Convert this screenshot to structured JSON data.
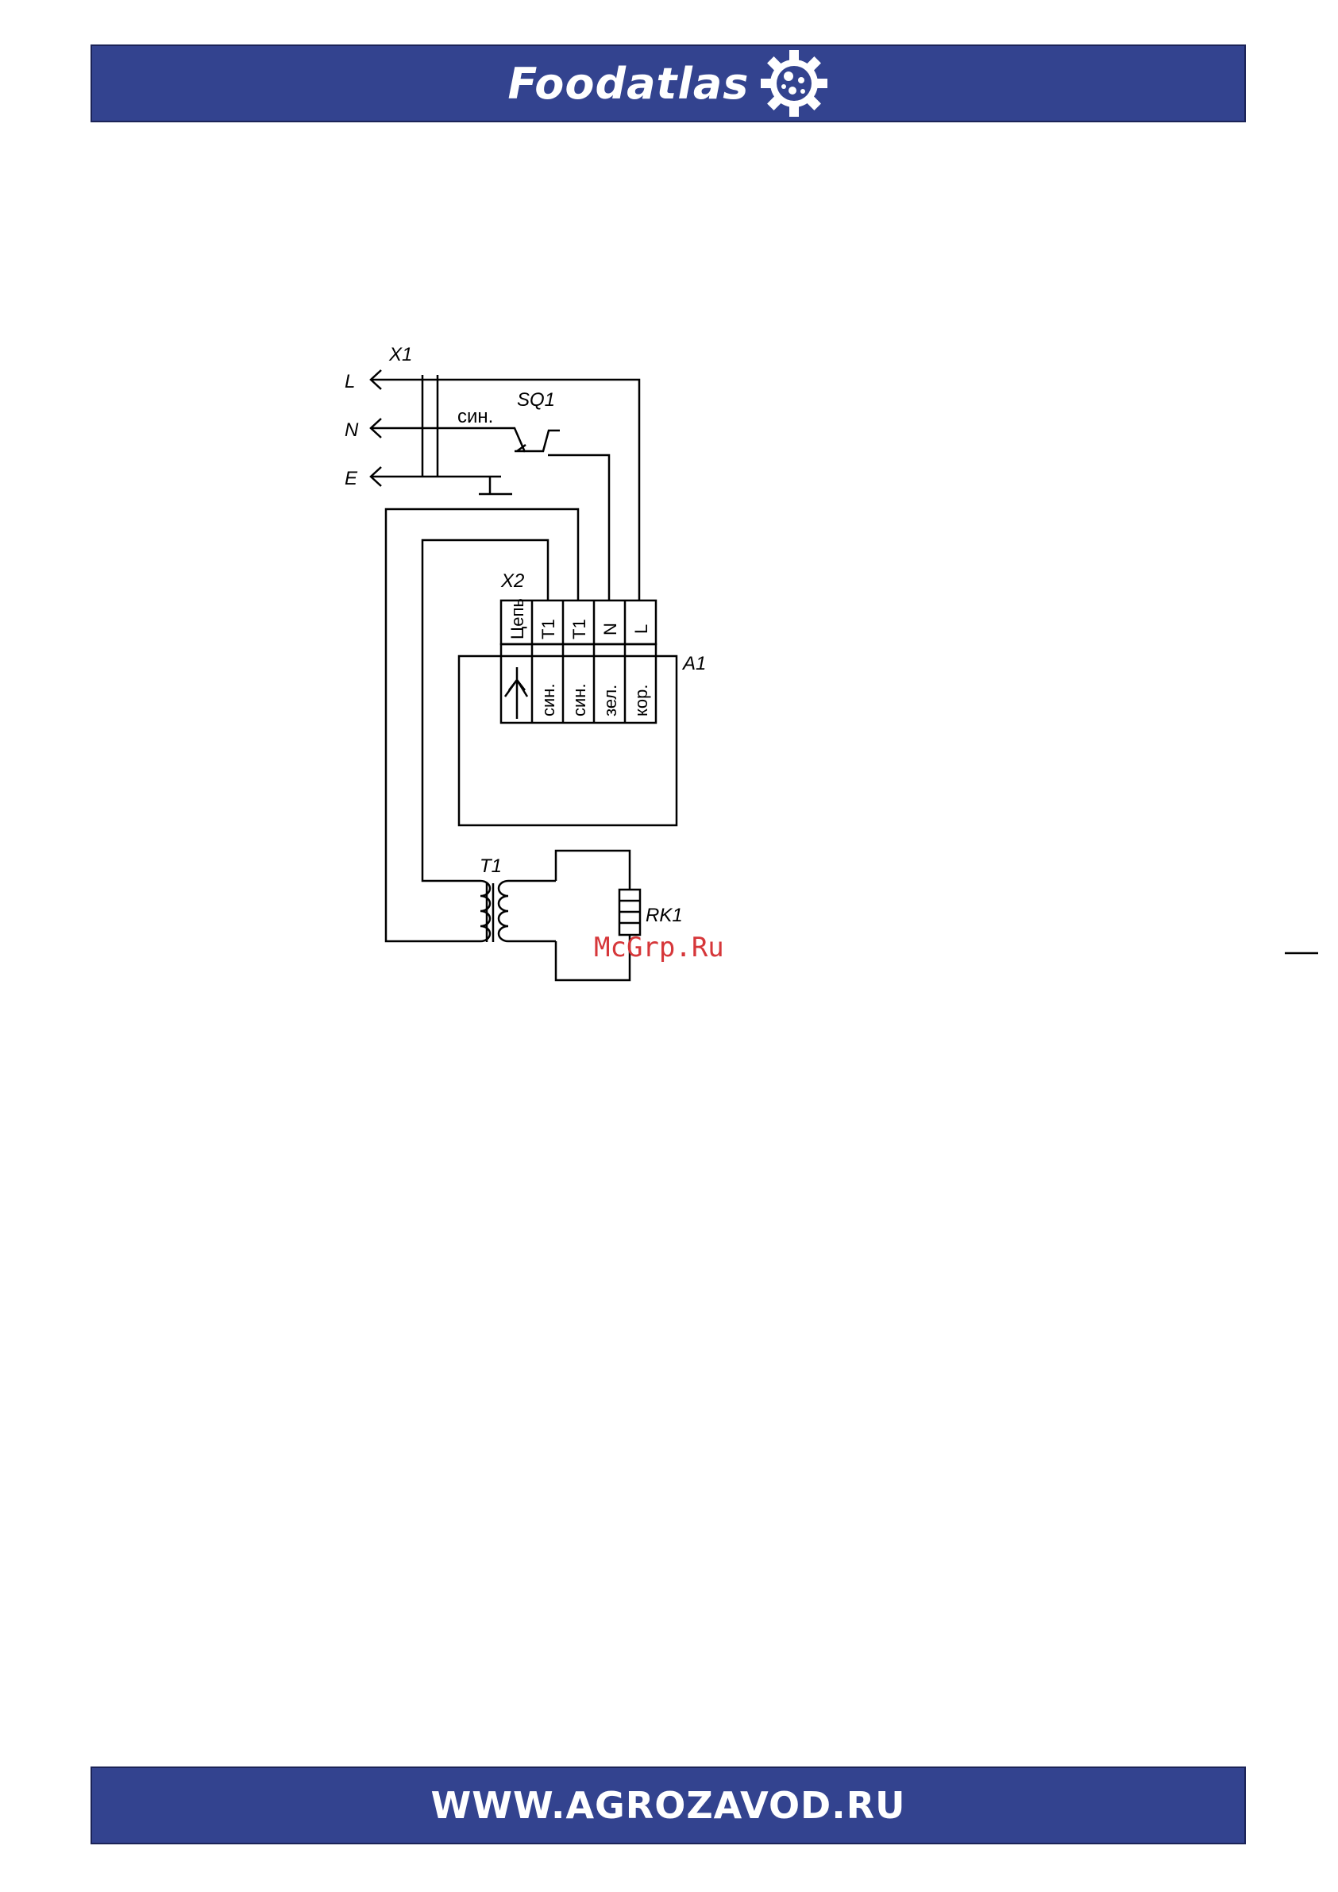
{
  "header": {
    "logo_text": "Foodatlas"
  },
  "footer": {
    "site_url": "WWW.AGROZAVOD.RU"
  },
  "colors": {
    "banner": "#33438f",
    "watermark": "#d6373a"
  },
  "diagram": {
    "connector_x1": "X1",
    "line_l": "L",
    "line_n": "N",
    "line_e": "E",
    "switch_sq1": "SQ1",
    "wire_sin_top": "син.",
    "terminal_x2": "X2",
    "module_a1": "A1",
    "terminals_top": [
      "Цепь",
      "T1",
      "T1",
      "N",
      "L"
    ],
    "terminals_bottom": [
      "син.",
      "син.",
      "зел.",
      "кор."
    ],
    "transformer_t1": "T1",
    "heater_rk1": "RK1",
    "watermark": "McGrp.Ru"
  }
}
